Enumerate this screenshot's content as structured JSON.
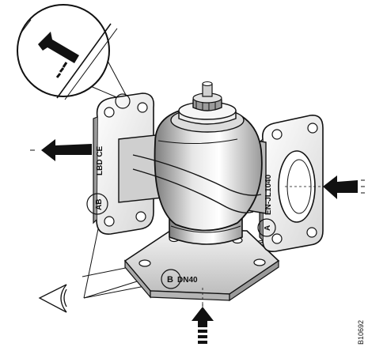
{
  "labels": {
    "port_a": "A",
    "port_ab": "AB",
    "port_b": "B",
    "flange_ab_text": "LBD CE",
    "flange_a_text": "EN-JL1040",
    "flange_b_text": "DN40"
  },
  "drawing_code": "B10692",
  "colors": {
    "line": "#111111",
    "body_light": "#f2f2f2",
    "body_mid": "#c9c9c9",
    "body_dark": "#8a8a8a"
  }
}
